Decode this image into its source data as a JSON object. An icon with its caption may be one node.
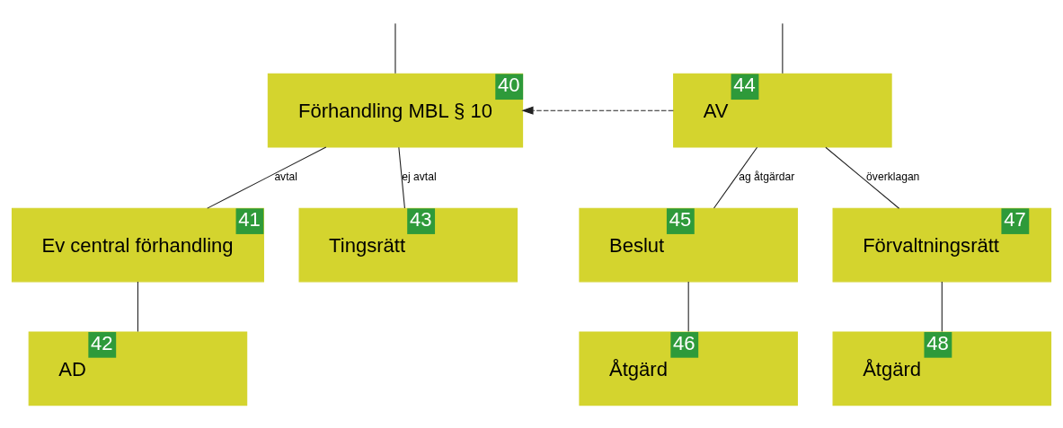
{
  "diagram": {
    "nodes": [
      {
        "text": [
          "Förhandling MBL § 10",
          "40"
        ]
      },
      {
        "text": [
          "AV",
          "44"
        ]
      },
      {
        "text": [
          "Ev central förhandling",
          "41"
        ]
      },
      {
        "text": [
          "Tingsrätt",
          "43"
        ]
      },
      {
        "text": [
          "AD",
          "42"
        ]
      },
      {
        "text": [
          "Beslut",
          "45"
        ]
      },
      {
        "text": [
          "Förvaltningsrätt",
          "47"
        ]
      },
      {
        "text": [
          "Åtgärd",
          "46"
        ]
      },
      {
        "text": [
          "Åtgärd",
          "48"
        ]
      }
    ],
    "edges": [
      {
        "from": null,
        "to": 0,
        "arrow": "none"
      },
      {
        "from": null,
        "to": 1,
        "arrow": "none"
      },
      {
        "from": 1,
        "to": 0,
        "arrow": "to",
        "style": "dashed"
      },
      {
        "from": 0,
        "to": 2,
        "arrow": "none",
        "label": "avtal"
      },
      {
        "from": 0,
        "to": 3,
        "arrow": "none",
        "label": "ej avtal"
      },
      {
        "from": 2,
        "to": 4,
        "arrow": "none"
      },
      {
        "from": 1,
        "to": 5,
        "arrow": "none",
        "label": "ag åtgärdar"
      },
      {
        "from": 1,
        "to": 6,
        "arrow": "none",
        "label": "överklagan"
      },
      {
        "from": 5,
        "to": 7,
        "arrow": "none"
      },
      {
        "from": 6,
        "to": 8,
        "arrow": "none"
      }
    ]
  }
}
